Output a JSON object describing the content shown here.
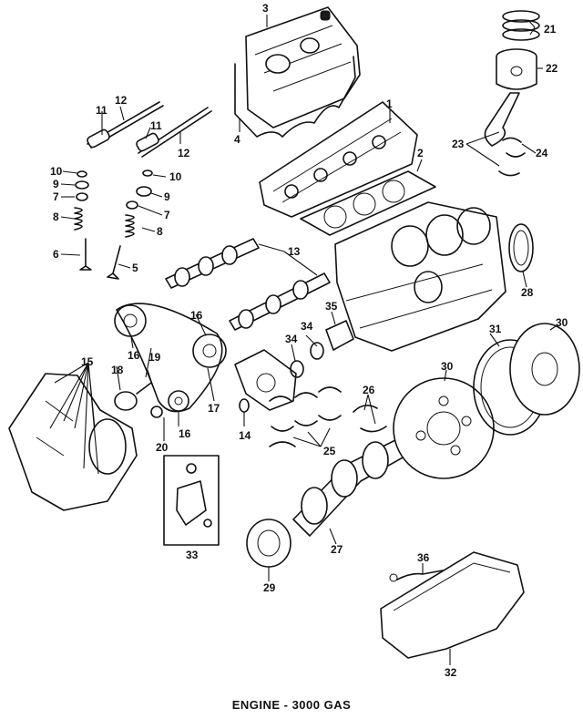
{
  "caption": "ENGINE - 3000 GAS",
  "callouts": [
    "1",
    "2",
    "3",
    "4",
    "5",
    "6",
    "7",
    "8",
    "9",
    "10",
    "11",
    "12",
    "13",
    "14",
    "15",
    "16",
    "17",
    "18",
    "19",
    "20",
    "21",
    "22",
    "23",
    "24",
    "25",
    "26",
    "27",
    "28",
    "29",
    "30",
    "31",
    "32",
    "33",
    "34",
    "35",
    "36"
  ],
  "colors": {
    "ink": "#111111",
    "paper": "#ffffff"
  }
}
